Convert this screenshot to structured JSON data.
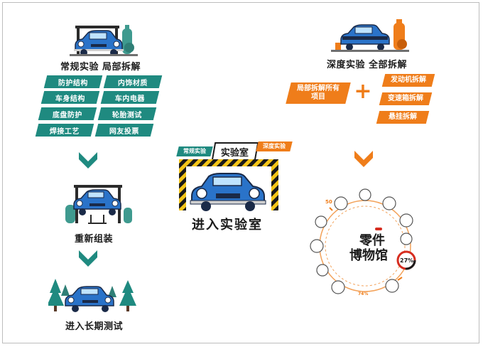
{
  "routine": {
    "heading": "常规实验 局部拆解",
    "tags": [
      "防护结构",
      "内饰材质",
      "车身结构",
      "车内电器",
      "底盘防护",
      "轮胎测试",
      "焊接工艺",
      "网友投票"
    ]
  },
  "deep": {
    "heading": "深度实验 全部拆解",
    "left_tag": "局部拆解所有项目",
    "plus": "+",
    "right_tags": [
      "发动机拆解",
      "变速箱拆解",
      "悬挂拆解"
    ]
  },
  "steps": {
    "reassemble": "重新组装",
    "long_term": "进入长期测试"
  },
  "lab": {
    "badge_left": "常规实验",
    "title_sign": "实验室",
    "badge_right": "深度实验",
    "label": "进入实验室"
  },
  "museum": {
    "title_line1": "零件",
    "title_line2": "博物馆",
    "pct_a": "27%",
    "pct_b": "74%",
    "num": "50"
  },
  "colors": {
    "teal": "#1f8a80",
    "orange": "#ef7d1a",
    "car_blue": "#2a73c9",
    "car_dark": "#1a2a48"
  }
}
